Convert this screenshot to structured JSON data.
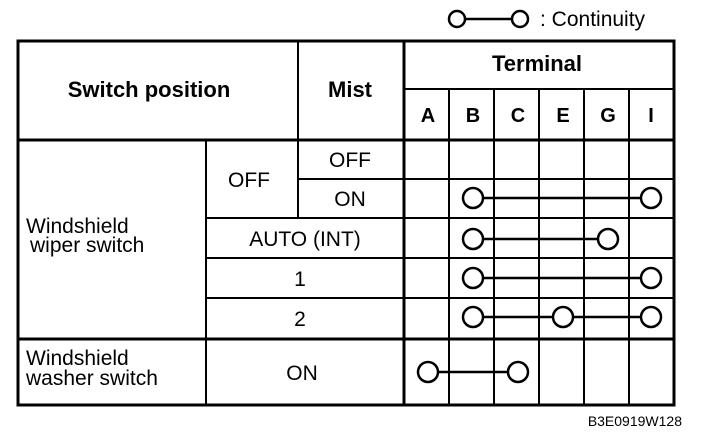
{
  "legend": {
    "label": ": Continuity"
  },
  "header": {
    "switch_position": "Switch position",
    "mist": "Mist",
    "terminal": "Terminal",
    "terminals": [
      "A",
      "B",
      "C",
      "E",
      "G",
      "I"
    ]
  },
  "groups": {
    "wiper": [
      "Windshield",
      "wiper switch"
    ],
    "washer": [
      "Windshield",
      "washer switch"
    ]
  },
  "positions": {
    "off": "OFF",
    "auto": "AUTO (INT)",
    "one": "1",
    "two": "2",
    "washer_on": "ON"
  },
  "mist": {
    "off": "OFF",
    "on": "ON"
  },
  "continuity_rows": [
    {
      "row": "wiper-off-mist-off",
      "connected": []
    },
    {
      "row": "wiper-off-mist-on",
      "connected": [
        "B",
        "I"
      ]
    },
    {
      "row": "wiper-auto-int",
      "connected": [
        "B",
        "G"
      ]
    },
    {
      "row": "wiper-1",
      "connected": [
        "B",
        "I"
      ]
    },
    {
      "row": "wiper-2",
      "connected": [
        "B",
        "E",
        "I"
      ]
    },
    {
      "row": "washer-on",
      "connected": [
        "A",
        "C"
      ]
    }
  ],
  "figure_code": "B3E0919W128"
}
